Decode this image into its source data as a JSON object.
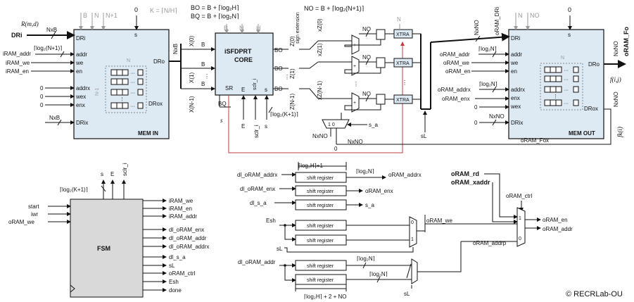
{
  "top": {
    "k_def": "K = ⌈N/H⌉",
    "bo_def": "BO = B + ⌈log₂H⌉",
    "bq_def": "BQ = B + ⌈log₂N⌉",
    "no_def": "NO = B + ⌈log₂(N+1)⌉"
  },
  "mem_in": {
    "title": "MEM IN",
    "top_labels": [
      "B",
      "N",
      "N+1"
    ],
    "zero": "0",
    "s_port": "s",
    "inputs": [
      "DRi",
      "addr",
      "we",
      "en",
      "addrx",
      "wex",
      "enx",
      "DRix"
    ],
    "outputs": [
      "DRo",
      "DRox"
    ],
    "n_label": "N",
    "nm1_label": "N-1",
    "signals": {
      "r_label": "R(m,d)",
      "dri": "DRi",
      "nxb": "NxB",
      "iram_addr": "iRAM_addr",
      "log_n1": "⌈log₂(N+1)⌉",
      "iram_we": "iRAM_we",
      "iram_en": "iRAM_en",
      "zero1": "0",
      "zero2": "0",
      "zero3": "0",
      "nxb2": "NxB"
    },
    "out_bus": "NxB"
  },
  "core": {
    "title1": "iSFDPRT",
    "title2": "CORE",
    "top_labels": [
      "B",
      "N",
      "H"
    ],
    "x0": "X(0)",
    "x1": "X(1)",
    "xn1": "X(N-1)",
    "b": "B",
    "bo": "BO",
    "bq": "BQ",
    "z0": "Z(0)",
    "z1": "Z(1)",
    "zn1": "Z(N-1)",
    "ports": [
      "SR",
      "E",
      "sclr_i",
      "s"
    ],
    "sign_ext": "sign extension",
    "e": "E",
    "sclr": "sclr_i",
    "s": "s",
    "log_k1": "⌈log₂(K+1)⌉",
    "s_italic": "s"
  },
  "accum": {
    "xz0": "xZ(0)",
    "xz1": "xZ(1)",
    "xzn1": "xZ(N-1)",
    "no": "NO",
    "xtra": "XTRA",
    "n": "N",
    "mux_top": "1 0",
    "s_a": "s_a",
    "nxno": "NxNO",
    "zero": "0",
    "sl": "sL"
  },
  "mem_out": {
    "title": "MEM OUT",
    "top_labels": [
      "N",
      "NO"
    ],
    "zero": "0",
    "s_port": "s",
    "inputs": [
      "DRi",
      "addr",
      "we",
      "en",
      "addrx",
      "enx",
      "wex",
      "DRix"
    ],
    "outputs": [
      "DRo",
      "DRox"
    ],
    "n_label": "N",
    "bus_top": "NxNO",
    "dri_label": "oRAM_DRi",
    "oram_addr": "oRAM_addr",
    "log_n": "⌈log₂N⌉",
    "oram_we": "oRAM_we",
    "oram_en": "oRAM_en",
    "oram_addrx": "oRAM_addrx",
    "oram_enx": "oRAM_enx",
    "zero1": "0",
    "zero2": "0",
    "nxno": "NxNO",
    "fox": "oRAM_Fox",
    "fo": "oRAM_Fo",
    "f_ij": "f(i,j)",
    "fk": "fk(i)",
    "nxno_out": "NxNO",
    "nxno_out2": "NxNO"
  },
  "fsm": {
    "title": "FSM",
    "top_inputs": [
      "s",
      "E",
      "sclr_i"
    ],
    "log_k1": "⌈log₂(K+1)⌉",
    "inputs": [
      "start",
      "iwr",
      "oRAM_we"
    ],
    "outputs": [
      "iRAM_we",
      "iRAM_en",
      "iRAM_addr",
      "dl_oRAM_enx",
      "dl_oRAM_addr",
      "dl_oRAM_addrx",
      "dl_s_a",
      "sL",
      "oRAM_ctrl",
      "Esh",
      "done"
    ]
  },
  "shift": {
    "top_width": "⌈log₂H⌉+1",
    "label": "shift register",
    "bottom_width": "⌈log₂H⌉ + 2 + NO",
    "rows": [
      {
        "in": "dl_oRAM_addrx",
        "out": "oRAM_addrx",
        "width": "⌈log₂N⌉"
      },
      {
        "in": "dl_oRAM_enx",
        "out": "oRAM_enx",
        "width": ""
      },
      {
        "in": "dl_s_a",
        "out": "s_a",
        "width": ""
      }
    ],
    "esh": "Esh",
    "sl": "sL",
    "oram_we": "oRAM_we",
    "dl_oram_addr": "dl_oRAM_addr",
    "log_n1": "⌈log₂N⌉",
    "log_n2": "⌈log₂N⌉",
    "sl2": "sL",
    "mux01": "0 1"
  },
  "right_mux": {
    "oram_rd": "oRAM_rd",
    "oram_xaddr": "oRAM_xaddr",
    "oram_ctrl": "oRAM_ctrl",
    "oram_en": "oRAM_en",
    "oram_addr": "oRAM_addr",
    "oram_addrp": "oRAM_addrp",
    "sel": "1 0"
  },
  "copyright": "© RECRLab-OU"
}
